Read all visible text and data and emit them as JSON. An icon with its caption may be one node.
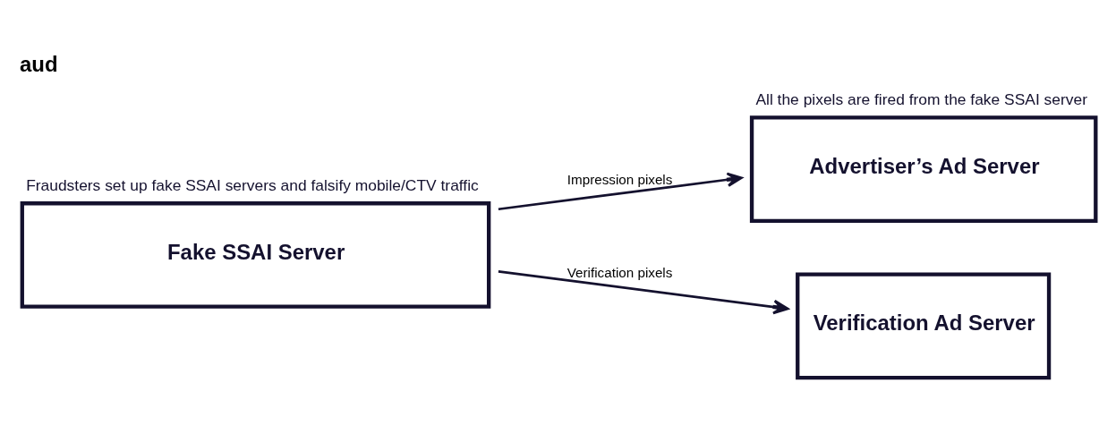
{
  "diagram": {
    "title": "aud",
    "nodes": [
      {
        "text": [
          "Fake SSAI Server"
        ],
        "beside": [
          "Fraudsters set up fake SSAI servers and falsify mobile/CTV traffic"
        ]
      },
      {
        "text": [
          "Advertiser’s Ad Server"
        ],
        "beside": [
          "All the pixels are fired from the fake SSAI server"
        ]
      },
      {
        "text": [
          "Verification Ad Server"
        ]
      }
    ],
    "edges": [
      {
        "from": 0,
        "to": 1,
        "arrow": "to",
        "label": "Impression pixels"
      },
      {
        "from": 0,
        "to": 2,
        "arrow": "to",
        "label": "Verification pixels"
      }
    ]
  }
}
